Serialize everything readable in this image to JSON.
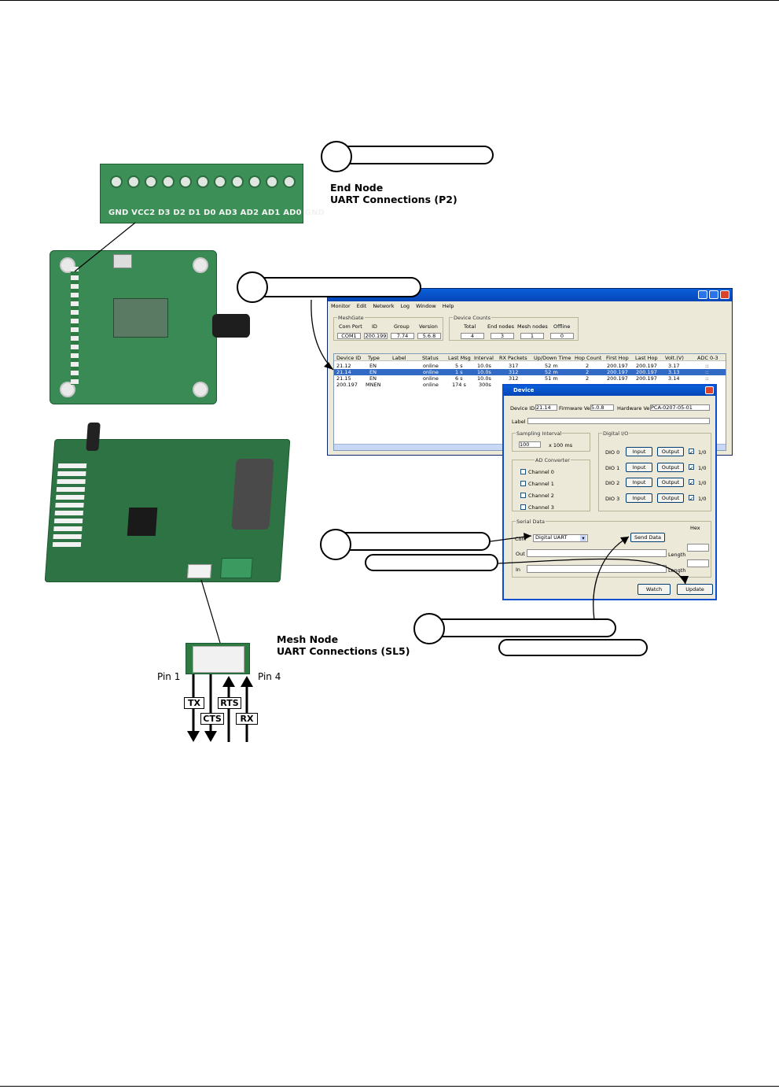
{
  "end_node": {
    "caption_line1": "End Node",
    "caption_line2": "UART Connections (P2)",
    "terminal_labels": "GND VCC2 D3  D2  D1  D0  AD3 AD2 AD1 AD0 GND"
  },
  "mesh_node": {
    "caption_line1": "Mesh Node",
    "caption_line2": "UART Connections (SL5)",
    "pin_left": "Pin 1",
    "pin_right": "Pin 4",
    "signals": [
      "TX",
      "CTS",
      "RTS",
      "RX"
    ]
  },
  "app": {
    "menu": [
      "Monitor",
      "Edit",
      "Network",
      "Log",
      "Window",
      "Help"
    ],
    "meshgate": {
      "label": "MeshGate",
      "headers": [
        "Com Port",
        "ID",
        "Group",
        "Version"
      ],
      "values": [
        "COM1",
        "200.199",
        "7.74",
        "5.6.8"
      ]
    },
    "device_counts": {
      "label": "Device Counts",
      "headers": [
        "Total",
        "End nodes",
        "Mesh nodes",
        "Offline"
      ],
      "values": [
        "4",
        "3",
        "1",
        "0"
      ]
    },
    "columns": [
      "Device ID",
      "Type",
      "Label",
      "Status",
      "Last Msg",
      "Interval",
      "RX Packets",
      "Up/Down Time",
      "Hop Count",
      "First Hop",
      "Last Hop",
      "Volt.(V)",
      "ADC 0-3"
    ],
    "rows": [
      [
        "21.12",
        "EN",
        "",
        "online",
        "5 s",
        "10.0s",
        "317",
        "52 m",
        "2",
        "200.197",
        "200.197",
        "3.17",
        "::"
      ],
      [
        "21.14",
        "EN",
        "",
        "online",
        "1 s",
        "10.0s",
        "312",
        "52 m",
        "2",
        "200.197",
        "200.197",
        "3.13",
        "::"
      ],
      [
        "21.15",
        "EN",
        "",
        "online",
        "6 s",
        "10.0s",
        "312",
        "51 m",
        "2",
        "200.197",
        "200.197",
        "3.14",
        "::"
      ],
      [
        "200.197",
        "MNEN",
        "",
        "online",
        "174 s",
        "300s",
        "",
        "",
        "",
        "",
        "",
        "",
        ""
      ]
    ]
  },
  "dialog": {
    "title": "Device",
    "device_id_label": "Device ID:",
    "device_id": "21.14",
    "firmware_label": "Firmware Ver:",
    "firmware": "5.0.8",
    "hardware_label": "Hardware Ver:",
    "hardware": "PCA-0207-05-01",
    "label_label": "Label",
    "sampling_label": "Sampling Interval",
    "sampling_value": "100",
    "sampling_unit": "x 100 ms",
    "ad_label": "AD Converter",
    "channels": [
      "Channel 0",
      "Channel 1",
      "Channel 2",
      "Channel 3"
    ],
    "digital_label": "Digital I/O",
    "dio": [
      {
        "name": "DIO 0",
        "input": "Input",
        "output": "Output",
        "flag": "1/0"
      },
      {
        "name": "DIO 1",
        "input": "Input",
        "output": "Output",
        "flag": "1/0"
      },
      {
        "name": "DIO 2",
        "input": "Input",
        "output": "Output",
        "flag": "1/0"
      },
      {
        "name": "DIO 3",
        "input": "Input",
        "output": "Output",
        "flag": "1/0"
      }
    ],
    "serial_label": "Serial Data",
    "hex_label": "Hex",
    "conf_label": "Conf",
    "conf_value": "Digital UART",
    "send_label": "Send Data",
    "out_label": "Out",
    "in_label": "In",
    "length_label": "Length",
    "watch_label": "Watch",
    "update_label": "Update"
  },
  "colors": {
    "pcb_green": "#2f7a43",
    "selection_blue": "#316ac5",
    "titlebar_blue": "#0a5fd8"
  }
}
